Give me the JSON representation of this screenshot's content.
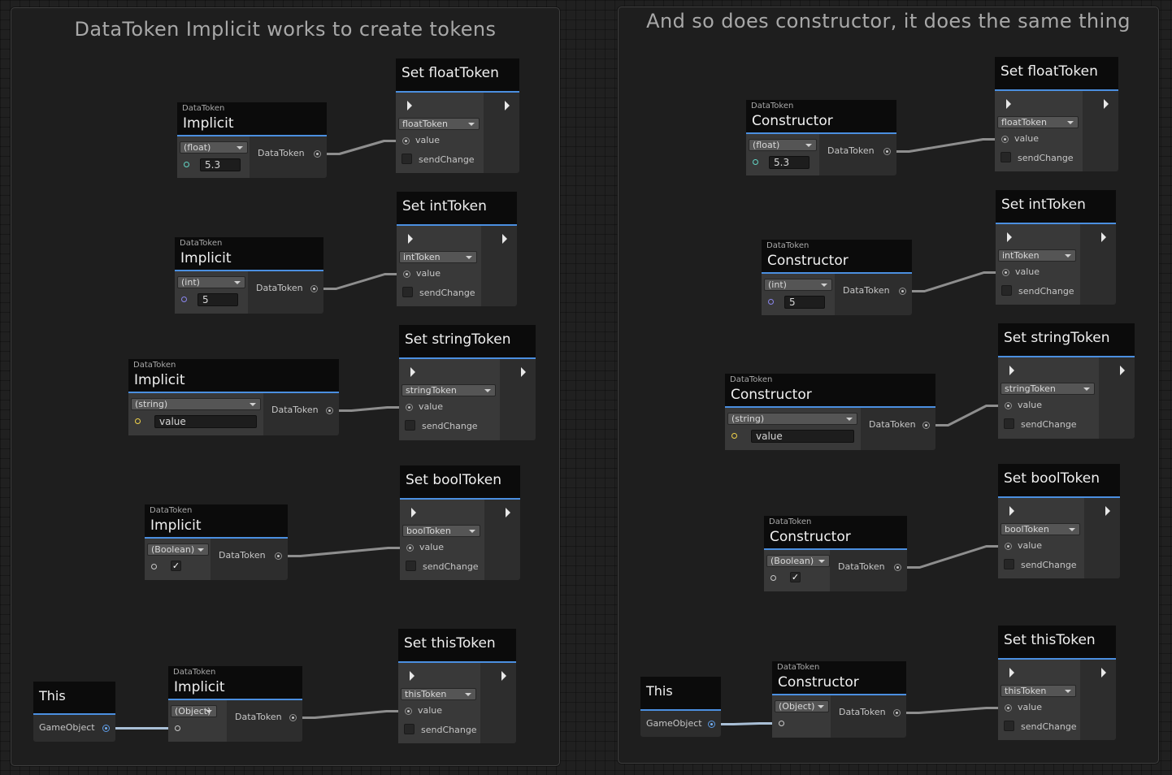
{
  "groups": {
    "left_title": "DataToken Implicit works to create tokens",
    "right_title": "And so does constructor, it does the same thing"
  },
  "left": {
    "this_node": {
      "title": "This",
      "output_label": "GameObject"
    },
    "makers": [
      {
        "category": "DataToken",
        "title": "Implicit",
        "type_option": "(float)",
        "value": "5.3",
        "output_label": "DataToken"
      },
      {
        "category": "DataToken",
        "title": "Implicit",
        "type_option": "(int)",
        "value": "5",
        "output_label": "DataToken"
      },
      {
        "category": "DataToken",
        "title": "Implicit",
        "type_option": "(string)",
        "value": "value",
        "output_label": "DataToken"
      },
      {
        "category": "DataToken",
        "title": "Implicit",
        "type_option": "(Boolean)",
        "checked": true,
        "output_label": "DataToken"
      },
      {
        "category": "DataToken",
        "title": "Implicit",
        "type_option": "(Object)",
        "output_label": "DataToken"
      }
    ],
    "setters": [
      {
        "title": "Set floatToken",
        "variable": "floatToken",
        "value_label": "value",
        "send_label": "sendChange"
      },
      {
        "title": "Set intToken",
        "variable": "intToken",
        "value_label": "value",
        "send_label": "sendChange"
      },
      {
        "title": "Set stringToken",
        "variable": "stringToken",
        "value_label": "value",
        "send_label": "sendChange"
      },
      {
        "title": "Set boolToken",
        "variable": "boolToken",
        "value_label": "value",
        "send_label": "sendChange"
      },
      {
        "title": "Set thisToken",
        "variable": "thisToken",
        "value_label": "value",
        "send_label": "sendChange"
      }
    ]
  },
  "right": {
    "this_node": {
      "title": "This",
      "output_label": "GameObject"
    },
    "makers": [
      {
        "category": "DataToken",
        "title": "Constructor",
        "type_option": "(float)",
        "value": "5.3",
        "output_label": "DataToken"
      },
      {
        "category": "DataToken",
        "title": "Constructor",
        "type_option": "(int)",
        "value": "5",
        "output_label": "DataToken"
      },
      {
        "category": "DataToken",
        "title": "Constructor",
        "type_option": "(string)",
        "value": "value",
        "output_label": "DataToken"
      },
      {
        "category": "DataToken",
        "title": "Constructor",
        "type_option": "(Boolean)",
        "checked": true,
        "output_label": "DataToken"
      },
      {
        "category": "DataToken",
        "title": "Constructor",
        "type_option": "(Object)",
        "output_label": "DataToken"
      }
    ],
    "setters": [
      {
        "title": "Set floatToken",
        "variable": "floatToken",
        "value_label": "value",
        "send_label": "sendChange"
      },
      {
        "title": "Set intToken",
        "variable": "intToken",
        "value_label": "value",
        "send_label": "sendChange"
      },
      {
        "title": "Set stringToken",
        "variable": "stringToken",
        "value_label": "value",
        "send_label": "sendChange"
      },
      {
        "title": "Set boolToken",
        "variable": "boolToken",
        "value_label": "value",
        "send_label": "sendChange"
      },
      {
        "title": "Set thisToken",
        "variable": "thisToken",
        "value_label": "value",
        "send_label": "sendChange"
      }
    ]
  },
  "colors": {
    "node_header_underline": "#4b8fe0",
    "float_port": "#62d4c4",
    "int_port": "#8a86ee",
    "string_port": "#f0d24a",
    "bool_port": "#c8c8c8",
    "object_port": "#c8c8c8",
    "gameobject_port": "#5b9ae6",
    "wire": "#8e8e8e",
    "gameobject_wire": "#a9bfd6"
  },
  "icons": [
    "flow-in-arrow-icon",
    "flow-out-arrow-icon",
    "dropdown-arrow-icon",
    "checkmark-icon",
    "port-icon"
  ]
}
